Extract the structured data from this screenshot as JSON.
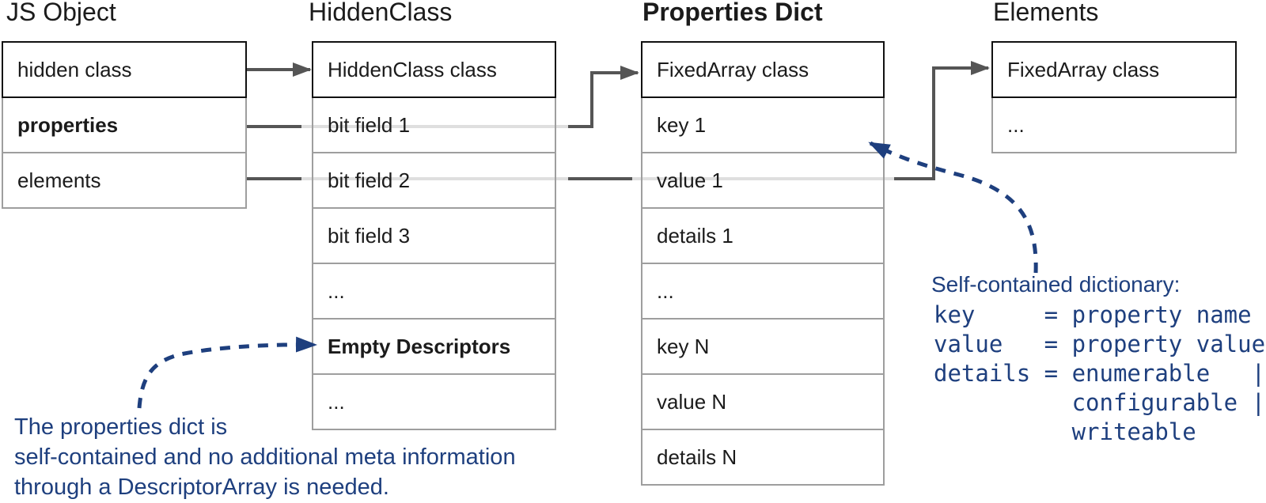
{
  "columns": [
    {
      "title": "JS Object",
      "rows": [
        {
          "label": "hidden class"
        },
        {
          "label": "properties"
        },
        {
          "label": "elements"
        }
      ]
    },
    {
      "title": "HiddenClass",
      "rows": [
        {
          "label": "HiddenClass class"
        },
        {
          "label": "bit field 1"
        },
        {
          "label": "bit field 2"
        },
        {
          "label": "bit field 3"
        },
        {
          "label": "..."
        },
        {
          "label": "Empty Descriptors"
        },
        {
          "label": "..."
        }
      ]
    },
    {
      "title": "Properties Dict",
      "rows": [
        {
          "label": "FixedArray class"
        },
        {
          "label": "key 1"
        },
        {
          "label": "value 1"
        },
        {
          "label": "details 1"
        },
        {
          "label": "..."
        },
        {
          "label": "key N"
        },
        {
          "label": "value N"
        },
        {
          "label": "details N"
        }
      ]
    },
    {
      "title": "Elements",
      "rows": [
        {
          "label": "FixedArray class"
        },
        {
          "label": "..."
        }
      ]
    }
  ],
  "notes": {
    "left": {
      "lines": [
        "The properties dict is",
        "self-contained and no additional meta information",
        "through a DescriptorArray is needed."
      ]
    },
    "right": {
      "title": "Self-contained dictionary:",
      "code_lines": [
        "key     = property name",
        "value   = property value",
        "details = enumerable   |",
        "          configurable |",
        "          writeable"
      ]
    }
  },
  "colors": {
    "note_blue": "#1e3f7e",
    "arrow_dark": "#555555",
    "line_light": "#dfdfdf",
    "border_dark": "#111111",
    "border_gray": "#9e9e9e"
  }
}
